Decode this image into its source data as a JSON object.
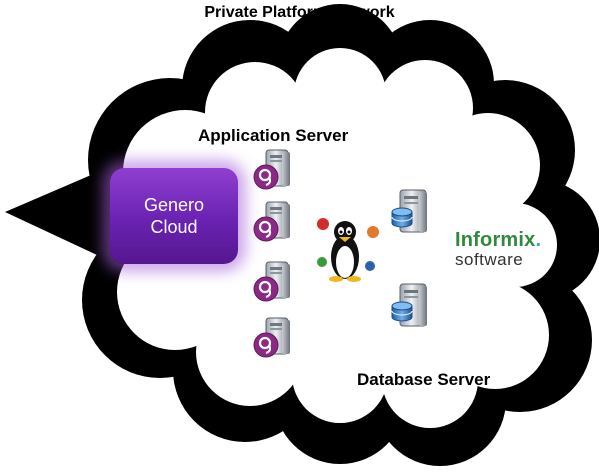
{
  "title": "Private Platform Network",
  "app_server_label": "Application Server",
  "db_server_label": "Database Server",
  "genero": {
    "line1": "Genero",
    "line2": "Cloud"
  },
  "informix": {
    "name": "Informix",
    "dot": ".",
    "tagline": "software"
  },
  "colors": {
    "cloud_fill": "#000000",
    "cloud_inner": "#ffffff",
    "genero_purple": "#6a22b2",
    "server_badge": "#8b2a86",
    "informix_green": "#2f8a3c"
  },
  "icons": [
    "app-server-icon",
    "db-server-icon",
    "linux-tux-icon",
    "arrow-pointer"
  ]
}
